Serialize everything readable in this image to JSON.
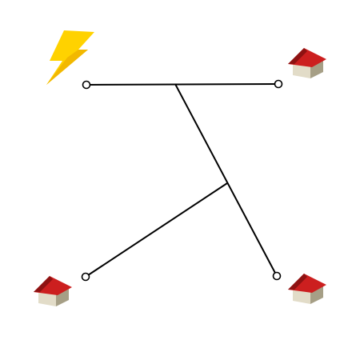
{
  "diagram": {
    "background": "#ffffff",
    "colors": {
      "wire": "#000000",
      "terminal_fill": "#ffffff",
      "bolt": "#FFD200",
      "bolt_shade": "#F2B800",
      "roof": "#CC1F1F",
      "roof_shade": "#8E1212",
      "wall_front": "#E2DCC8",
      "wall_side": "#A69F86"
    },
    "nodes": [
      {
        "id": "power-source",
        "icon": "lightning-bolt-icon"
      },
      {
        "id": "house-top-right",
        "icon": "house-icon"
      },
      {
        "id": "house-bottom-left",
        "icon": "house-icon"
      },
      {
        "id": "house-bottom-right",
        "icon": "house-icon"
      }
    ],
    "edges": [
      {
        "from": "power-source",
        "to": "house-top-right"
      },
      {
        "from": "junction-a",
        "to": "house-bottom-right"
      },
      {
        "from": "junction-b",
        "to": "house-bottom-left"
      }
    ]
  }
}
